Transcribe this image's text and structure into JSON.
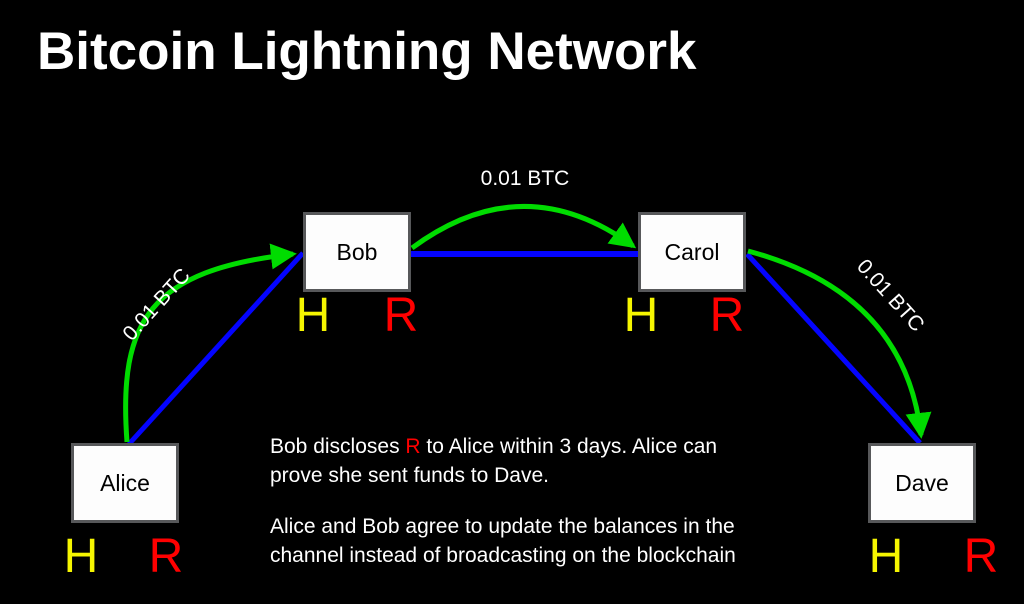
{
  "title": "Bitcoin Lightning Network",
  "colors": {
    "background": "#000000",
    "text": "#FFFFFF",
    "channel_commit_green": "#00DC00",
    "channel_blue": "#0404FF",
    "hash_yellow": "#F5F500",
    "preimage_red": "#FF0000",
    "node_fill": "#FDFDFD",
    "node_border": "#57585A",
    "node_text": "#000000"
  },
  "nodes": [
    {
      "id": "alice",
      "label": "Alice",
      "hash_letter": "H",
      "preimage_letter": "R"
    },
    {
      "id": "bob",
      "label": "Bob",
      "hash_letter": "H",
      "preimage_letter": "R"
    },
    {
      "id": "carol",
      "label": "Carol",
      "hash_letter": "H",
      "preimage_letter": "R"
    },
    {
      "id": "dave",
      "label": "Dave",
      "hash_letter": "H",
      "preimage_letter": "R"
    }
  ],
  "channels": [
    {
      "from": "Alice",
      "to": "Bob",
      "amount_label": "0.01 BTC"
    },
    {
      "from": "Bob",
      "to": "Carol",
      "amount_label": "0.01 BTC"
    },
    {
      "from": "Carol",
      "to": "Dave",
      "amount_label": "0.01 BTC"
    }
  ],
  "annotation": {
    "line1_before": "Bob discloses ",
    "line1_highlight": "R",
    "line1_after": " to Alice within 3 days. Alice can",
    "line2": "prove she sent funds to Dave.",
    "line3": "Alice and Bob agree to update the balances in the",
    "line4": "channel instead of broadcasting on the blockchain"
  }
}
